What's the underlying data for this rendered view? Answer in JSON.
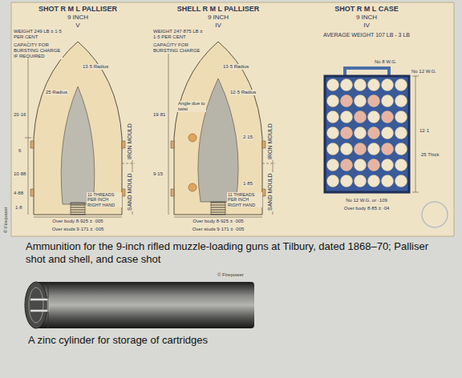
{
  "diagram": {
    "caption": "Ammunition for the 9-inch rifled muzzle-loading guns at Tilbury, dated 1868–70; Palliser shot and shell, and case shot",
    "labels": [
      "SHOT R M L PALLISER",
      "9 INCH",
      "V",
      "WEIGHT 249 LB ± 1·5 PER CENT",
      "CAPACITY FOR BURSTING CHARGE IF REQUIRED",
      "13·5 Radius",
      "25 Radius",
      "20·16",
      "6",
      "10·88",
      "4·88",
      "1·8",
      "IRON MOULD",
      "SAND MOULD",
      "11 THREADS PER INCH RIGHT HAND",
      "Over body 8·925 ± ·005",
      "Over studs 9·171 ± ·005",
      "SHELL R M L PALLISER",
      "9 INCH",
      "IV",
      "WEIGHT 247·875 LB ± 1·5 PER CENT",
      "CAPACITY FOR BURSTING CHARGE",
      "13·5 Radius",
      "12·5 Radius",
      "Angle due to twist",
      "19·81",
      "9·15",
      "2·15",
      "1·85",
      "IRON MOULD",
      "SAND MOULD",
      "11 THREADS PER INCH RIGHT HAND",
      "Over body 8·925 ± ·005",
      "Over studs 9·171 ± ·005",
      "SHOT R M L CASE",
      "9 INCH",
      "IV",
      "AVERAGE WEIGHT 107 LB - 3 LB",
      "No 8 W.G.",
      "No 12 W.G.",
      "12·1",
      "·25 Thick",
      "No 12 W.G. or ·109",
      "Over body 8·85 ± ·04",
      "© Firepower",
      "© Firepower",
      "A zinc cylinder for storage of cartridges"
    ]
  }
}
